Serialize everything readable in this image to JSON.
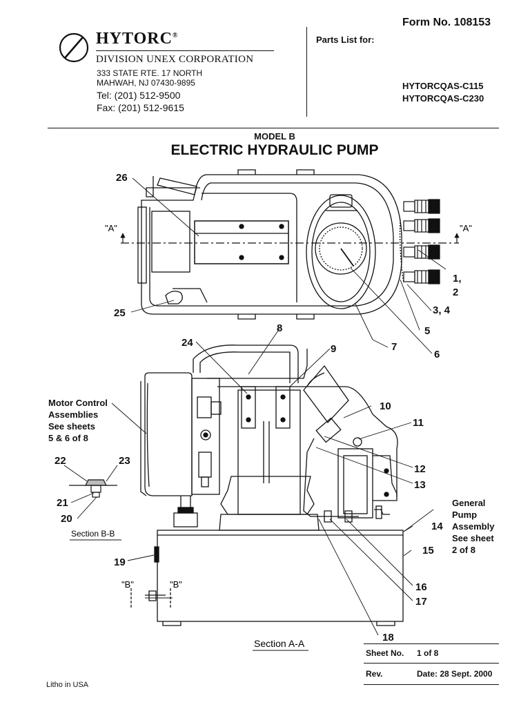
{
  "header": {
    "form_no": "Form No. 108153",
    "brand": "HYTORC",
    "brand_mark": "®",
    "division": "DIVISION UNEX CORPORATION",
    "address_line1": "333 STATE RTE. 17 NORTH",
    "address_line2": "MAHWAH, NJ 07430-9895",
    "tel": "Tel: (201) 512-9500",
    "fax": "Fax: (201) 512-9615",
    "parts_list_label": "Parts List for:",
    "models": [
      "HYTORCQAS-C115",
      "HYTORCQAS-C230"
    ]
  },
  "title": {
    "model": "MODEL B",
    "main": "ELECTRIC HYDRAULIC PUMP"
  },
  "diagram": {
    "callouts": {
      "c26": "26",
      "c25": "25",
      "c1": "1,",
      "c2": "2",
      "c34": "3, 4",
      "c5": "5",
      "c6": "6",
      "c7": "7",
      "c8": "8",
      "c24": "24",
      "c9": "9",
      "c10": "10",
      "c11": "11",
      "c12": "12",
      "c13": "13",
      "c14": "14",
      "c15": "15",
      "c16": "16",
      "c17": "17",
      "c18": "18",
      "c19": "19",
      "c20": "20",
      "c21": "21",
      "c22": "22",
      "c23": "23"
    },
    "section_a_left": "\"A\"",
    "section_a_right": "\"A\"",
    "section_b_left": "\"B\"",
    "section_b_right": "\"B\"",
    "motor_control_note": [
      "Motor Control",
      "Assemblies",
      "See sheets",
      "5 & 6 of 8"
    ],
    "general_pump_note": [
      "General",
      "Pump",
      "Assembly",
      "See sheet",
      "2 of 8"
    ],
    "section_bb_label": "Section B-B",
    "section_aa_label": "Section A-A"
  },
  "footer": {
    "sheet_label": "Sheet No.",
    "sheet_value": "1 of 8",
    "rev_label": "Rev.",
    "date_value": "Date: 28 Sept. 2000",
    "litho": "Litho in USA"
  }
}
